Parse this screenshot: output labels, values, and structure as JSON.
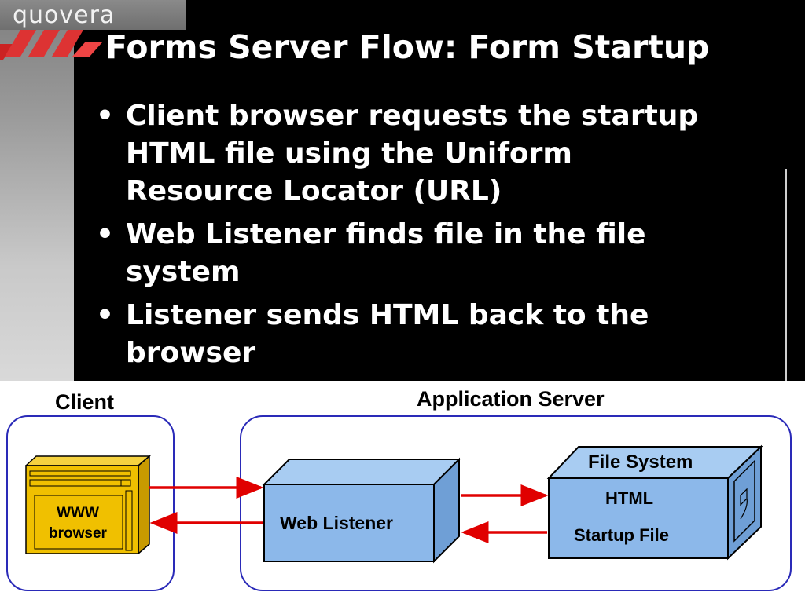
{
  "brand": {
    "logo_text": "quovera"
  },
  "slide": {
    "title": "Forms Server Flow: Form Startup",
    "bullet_char": "•",
    "bullets": [
      {
        "lines": [
          "Client browser requests the startup",
          "HTML file using the Uniform",
          "Resource Locator (URL)"
        ]
      },
      {
        "lines": [
          "Web Listener finds file in the file",
          "system"
        ]
      },
      {
        "lines": [
          "Listener sends HTML back to the",
          "browser"
        ]
      }
    ]
  },
  "diagram": {
    "client_label": "Client",
    "server_label": "Application Server",
    "browser_label_line1": "WWW",
    "browser_label_line2": "browser",
    "web_listener_label": "Web Listener",
    "file_system_label": "File System",
    "html_label": "HTML",
    "startup_file_label": "Startup File",
    "colors": {
      "region_border": "#2a2ab8",
      "box_fill": "#8cb8ea",
      "box_top": "#a8ccf2",
      "box_side": "#6f9fd6",
      "browser_fill": "#f0c000",
      "arrow": "#e00000"
    }
  }
}
